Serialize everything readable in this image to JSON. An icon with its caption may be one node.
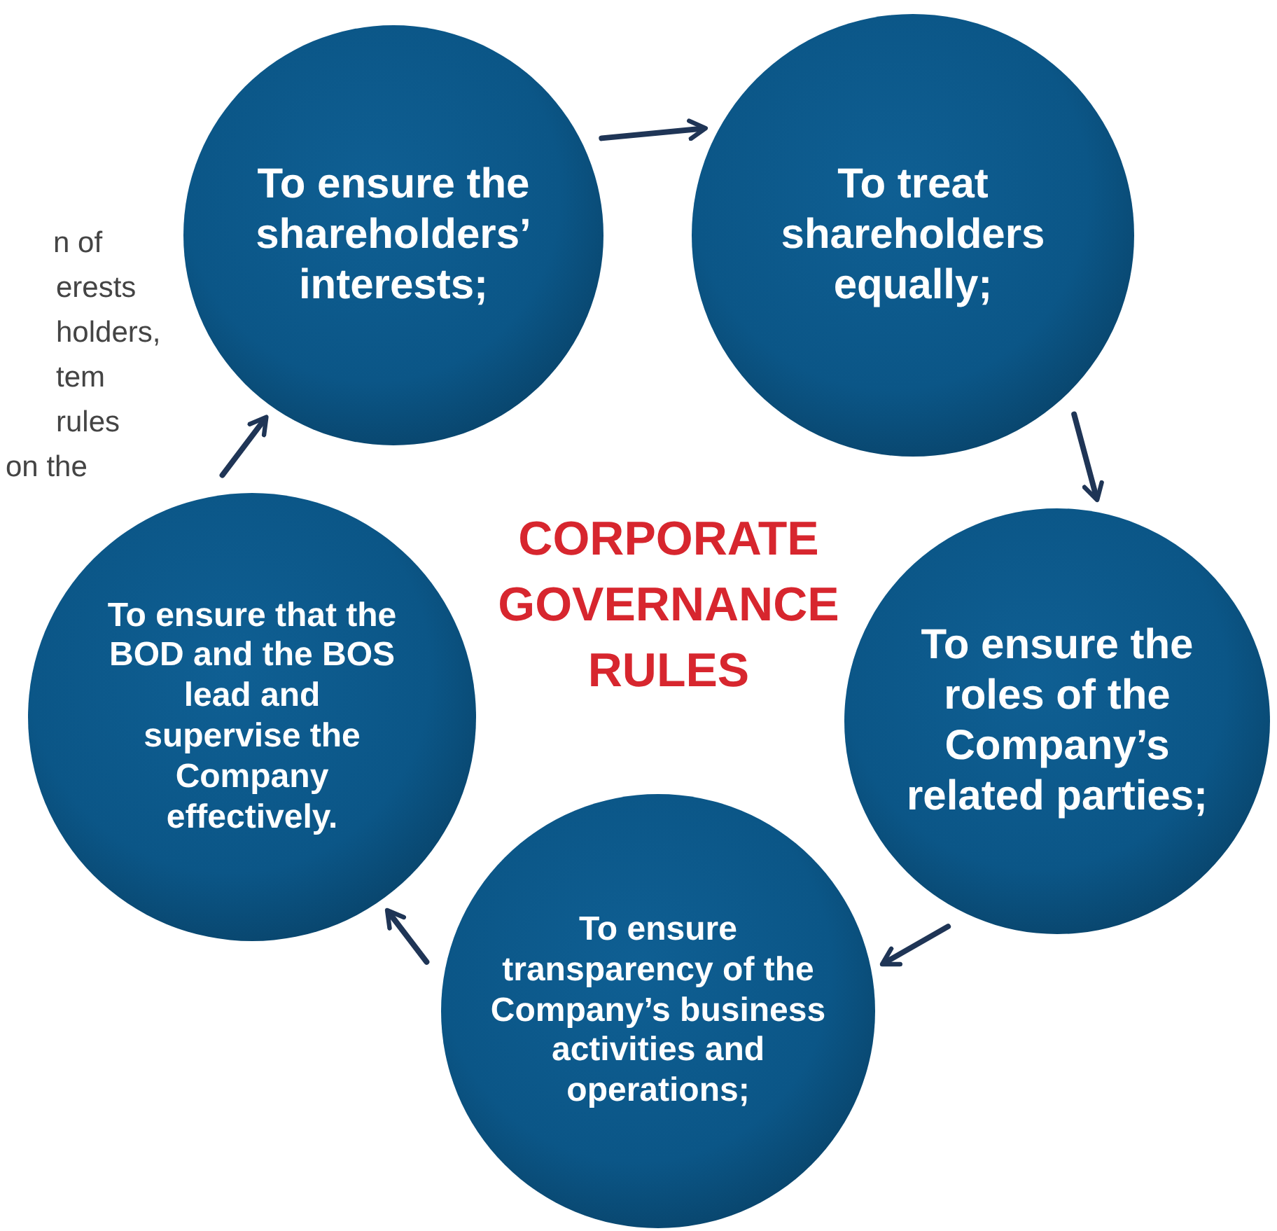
{
  "diagram": {
    "title": "CORPORATE GOVERNANCE RULES",
    "nodes": [
      {
        "text": [
          "To ensure the shareholders’ interests;"
        ]
      },
      {
        "text": [
          "To treat shareholders equally;"
        ]
      },
      {
        "text": [
          "To ensure the roles of the Company’s related parties;"
        ]
      },
      {
        "text": [
          "To ensure transparency of the Company’s business activities and operations;"
        ]
      },
      {
        "text": [
          "To ensure that the BOD and the BOS lead and supervise the Company effectively."
        ]
      }
    ],
    "edges": [
      {
        "from": 0,
        "to": 1,
        "arrow": "to"
      },
      {
        "from": 1,
        "to": 2,
        "arrow": "to"
      },
      {
        "from": 2,
        "to": 3,
        "arrow": "to"
      },
      {
        "from": 3,
        "to": 4,
        "arrow": "to"
      },
      {
        "from": 4,
        "to": 0,
        "arrow": "to"
      }
    ],
    "labels": [
      "n of",
      "erests",
      "holders,",
      "tem",
      "rules",
      "on the"
    ]
  }
}
